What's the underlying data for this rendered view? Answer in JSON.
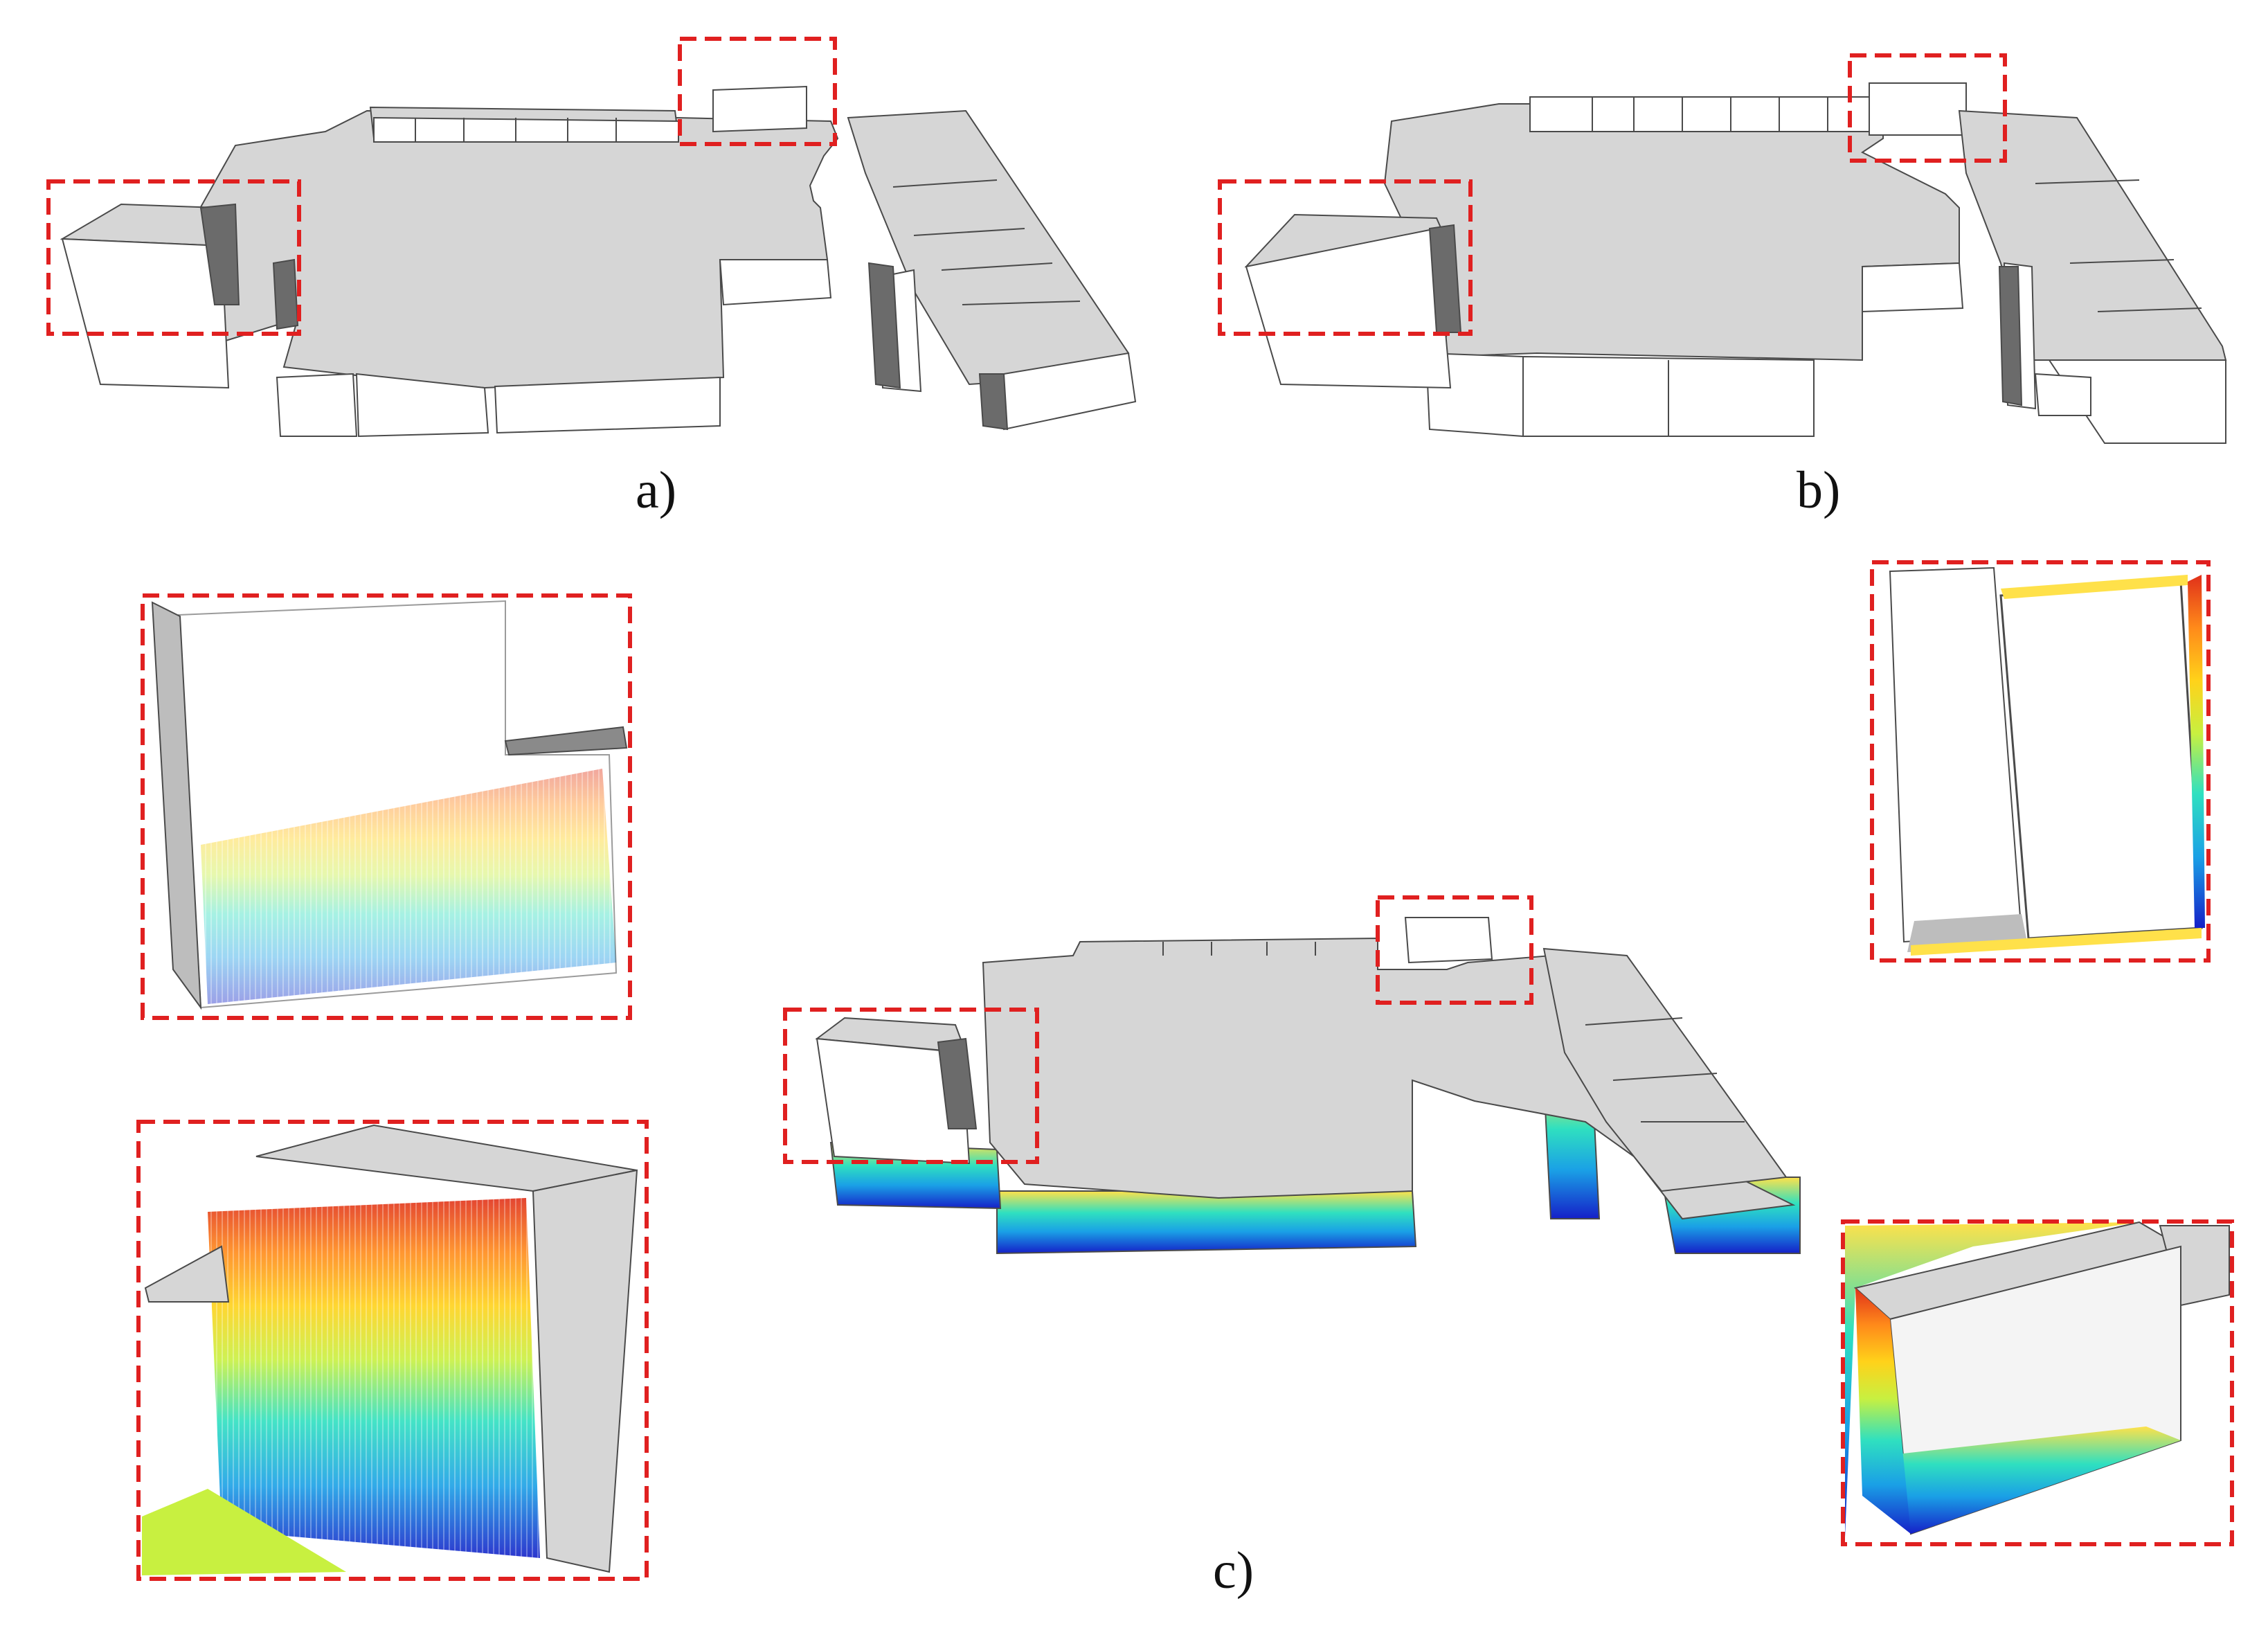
{
  "figure": {
    "panel_labels": {
      "a": "a)",
      "b": "b)",
      "c": "c)"
    }
  },
  "colors": {
    "highlight_box": "#e02020",
    "roof": "#d6d6d6",
    "wall": "#ffffff",
    "wall_shadow": "#6b6b6b",
    "edge": "#4a4a4a",
    "pointcloud_gradient": [
      "#1520c8",
      "#1aa0e6",
      "#2fe0c0",
      "#c8f040",
      "#ffd21a",
      "#ff8a1a",
      "#e0301a"
    ]
  }
}
